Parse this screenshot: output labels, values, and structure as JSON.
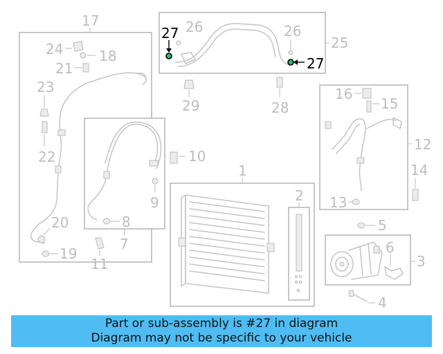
{
  "callouts": {
    "n1": "1",
    "n2": "2",
    "n3": "3",
    "n4": "4",
    "n5": "5",
    "n6": "6",
    "n7": "7",
    "n8": "8",
    "n9": "9",
    "n10": "10",
    "n11": "11",
    "n12": "12",
    "n13": "13",
    "n14": "14",
    "n15": "15",
    "n16": "16",
    "n17": "17",
    "n18": "18",
    "n19": "19",
    "n20": "20",
    "n21": "21",
    "n22": "22",
    "n23": "23",
    "n24": "24",
    "n25": "25",
    "n26a": "26",
    "n26b": "26",
    "n27a": "27",
    "n27b": "27",
    "n28": "28",
    "n29": "29"
  },
  "highlighted_part": "27",
  "caption": {
    "line1": "Part or sub-assembly is #27 in diagram",
    "line2": "Diagram may not be specific to your vehicle"
  },
  "colors": {
    "caption_bg": "#4fbdf3",
    "highlight": "#2fb46b",
    "line_art": "#c4c4c4"
  }
}
